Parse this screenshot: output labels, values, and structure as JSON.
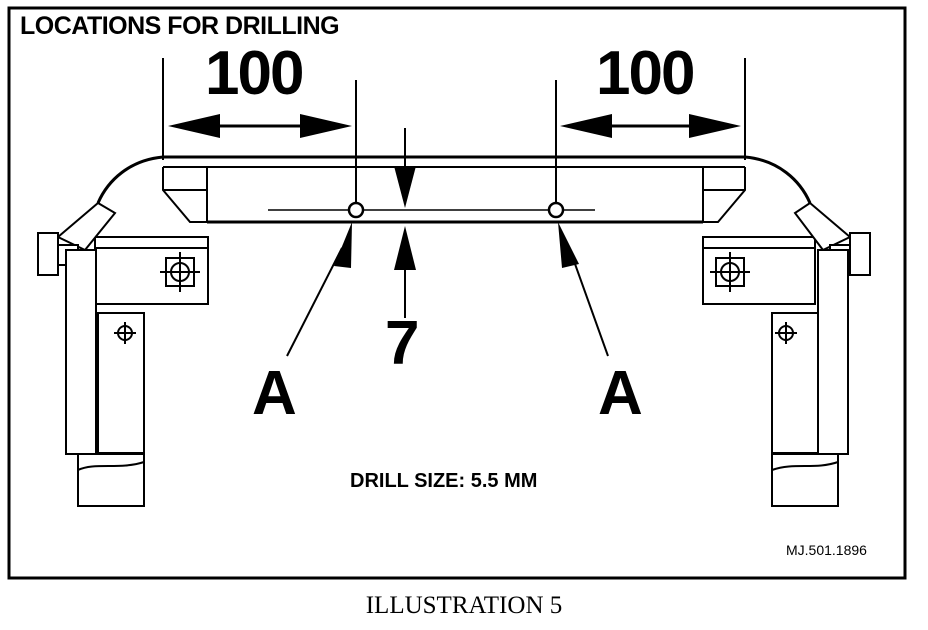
{
  "title": "LOCATIONS FOR DRILLING",
  "dimensions": {
    "left_horizontal": "100",
    "right_horizontal": "100",
    "vertical": "7"
  },
  "points": {
    "left": "A",
    "right": "A"
  },
  "note": "DRILL SIZE:  5.5 MM",
  "part_number": "MJ.501.1896",
  "caption": "ILLUSTRATION 5"
}
